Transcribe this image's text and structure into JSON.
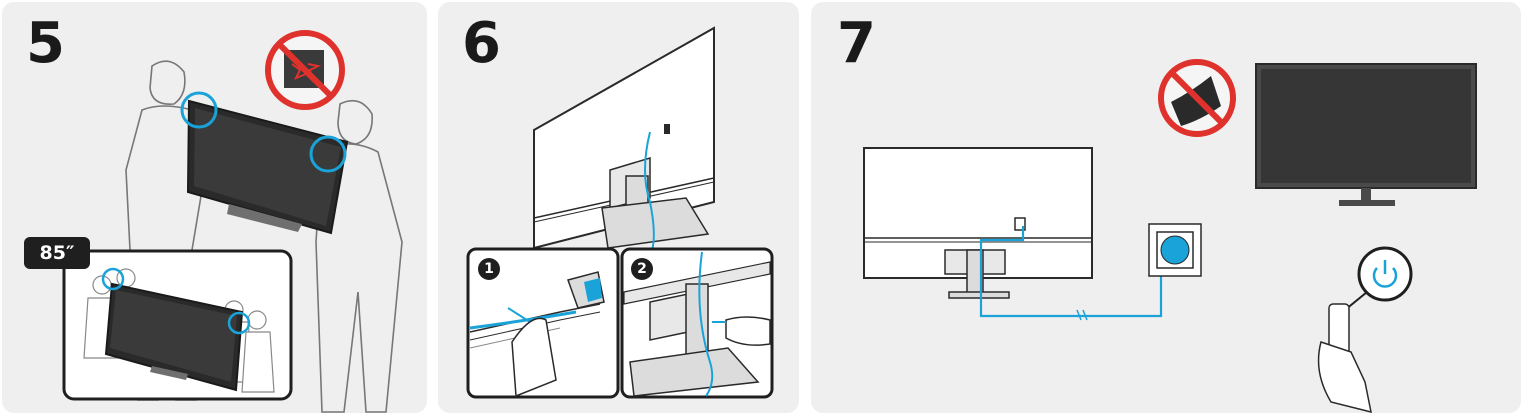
{
  "steps": [
    {
      "number": "5",
      "badge": "85″"
    },
    {
      "number": "6",
      "substeps": [
        "1",
        "2"
      ]
    },
    {
      "number": "7"
    }
  ],
  "colors": {
    "accent": "#1aa3d9",
    "warning_red": "#e0322c",
    "line": "#2a2a2a",
    "panel_bg": "#efefef"
  },
  "icons": [
    "no-touch-screen-icon",
    "no-touch-screen-icon",
    "power-icon",
    "wall-outlet-icon"
  ]
}
